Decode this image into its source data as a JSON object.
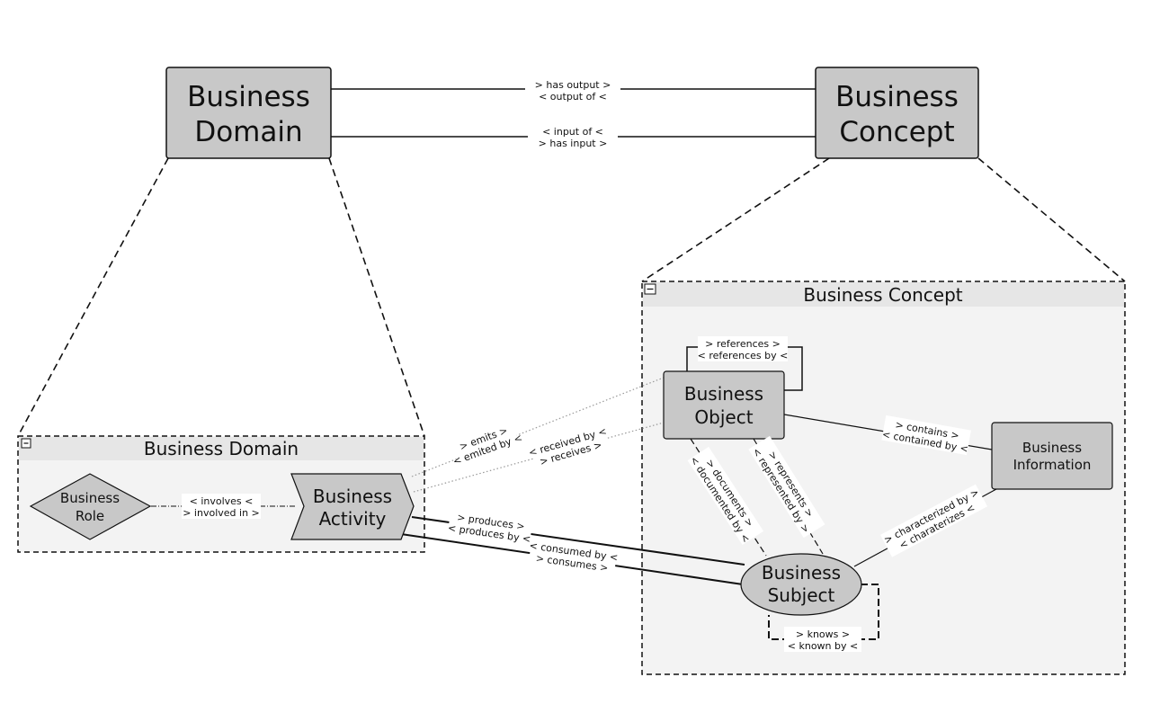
{
  "top_nodes": {
    "domain": [
      "Business",
      "Domain"
    ],
    "concept": [
      "Business",
      "Concept"
    ]
  },
  "groups": {
    "domain_title": "Business Domain",
    "concept_title": "Business Concept",
    "collapse_glyph": "−"
  },
  "nodes": {
    "role": [
      "Business",
      "Role"
    ],
    "activity": [
      "Business",
      "Activity"
    ],
    "object": [
      "Business",
      "Object"
    ],
    "information": [
      "Business",
      "Information"
    ],
    "subject": [
      "Business",
      "Subject"
    ]
  },
  "edges": {
    "output": [
      "> has output >",
      "< output of <"
    ],
    "input": [
      "< input of <",
      "> has input >"
    ],
    "involves": [
      "< involves <",
      "> involved in >"
    ],
    "emits": [
      "> emits >",
      "< emited by <"
    ],
    "received": [
      "< received by <",
      "> receives >"
    ],
    "references": [
      "> references >",
      "< references by <"
    ],
    "contains": [
      "> contains >",
      "< contained by <"
    ],
    "documents": [
      "> documents >",
      "< documented by <"
    ],
    "represents": [
      "> represents >",
      "< represented by >"
    ],
    "characterized": [
      "> characterized by >",
      "< charaterizes <"
    ],
    "produces": [
      "> produces >",
      "< produces by <"
    ],
    "consumed": [
      "< consumed by <",
      "> consumes >"
    ],
    "knows": [
      "> knows >",
      "< known by <"
    ]
  },
  "colors": {
    "node_fill": "#c8c8c8",
    "group_fill": "#f3f3f3",
    "group_header": "#e6e6e6",
    "stroke": "#111111",
    "connector": "#999999"
  }
}
